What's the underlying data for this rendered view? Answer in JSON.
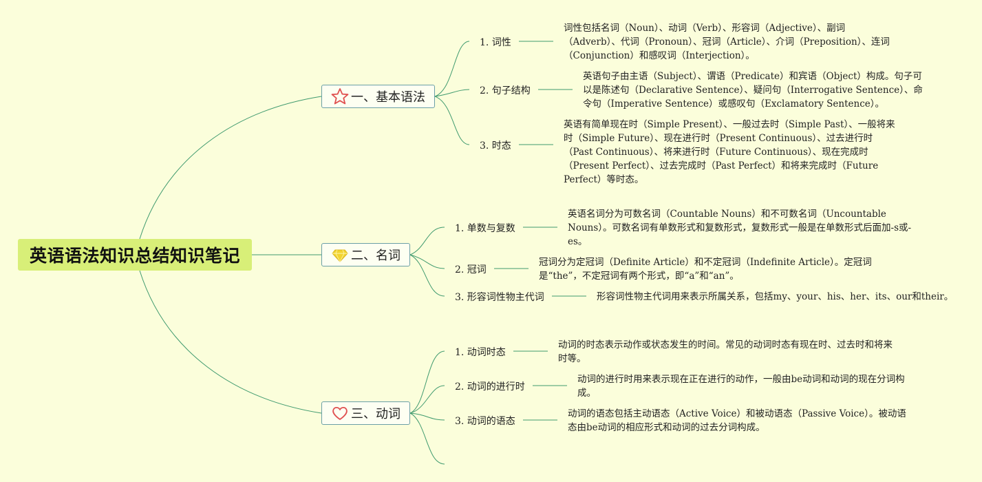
{
  "root": {
    "label": "英语语法知识总结知识笔记"
  },
  "branches": [
    {
      "label": "一、基本语法",
      "icon": "star-icon",
      "items": [
        {
          "label": "1. 词性",
          "note": "词性包括名词（Noun）、动词（Verb）、形容词（Adjective）、副词（Adverb）、代词（Pronoun）、冠词（Article）、介词（Preposition）、连词（Conjunction）和感叹词（Interjection）。"
        },
        {
          "label": "2. 句子结构",
          "note": "英语句子由主语（Subject）、谓语（Predicate）和宾语（Object）构成。句子可以是陈述句（Declarative Sentence）、疑问句（Interrogative Sentence）、命令句（Imperative Sentence）或感叹句（Exclamatory Sentence）。"
        },
        {
          "label": "3. 时态",
          "note": "英语有简单现在时（Simple Present）、一般过去时（Simple Past）、一般将来时（Simple Future）、现在进行时（Present Continuous）、过去进行时（Past Continuous）、将来进行时（Future Continuous）、现在完成时（Present Perfect）、过去完成时（Past Perfect）和将来完成时（Future Perfect）等时态。"
        }
      ]
    },
    {
      "label": "二、名词",
      "icon": "diamond-icon",
      "items": [
        {
          "label": "1. 单数与复数",
          "note": "英语名词分为可数名词（Countable Nouns）和不可数名词（Uncountable Nouns）。可数名词有单数形式和复数形式，复数形式一般是在单数形式后面加-s或-es。"
        },
        {
          "label": "2. 冠词",
          "note": "冠词分为定冠词（Definite Article）和不定冠词（Indefinite Article）。定冠词是“the”，不定冠词有两个形式，即“a”和“an”。"
        },
        {
          "label": "3. 形容词性物主代词",
          "note": "形容词性物主代词用来表示所属关系，包括my、your、his、her、its、our和their。"
        }
      ]
    },
    {
      "label": "三、动词",
      "icon": "heart-icon",
      "items": [
        {
          "label": "1. 动词时态",
          "note": "动词的时态表示动作或状态发生的时间。常见的动词时态有现在时、过去时和将来时等。"
        },
        {
          "label": "2. 动词的进行时",
          "note": "动词的进行时用来表示现在正在进行的动作，一般由be动词和动词的现在分词构成。"
        },
        {
          "label": "3. 动词的语态",
          "note": "动词的语态包括主动语态（Active Voice）和被动语态（Passive Voice）。被动语态由be动词的相应形式和动词的过去分词构成。"
        }
      ]
    }
  ],
  "colors": {
    "background": "#fbfedb",
    "root_fill": "#d8ef78",
    "connector": "#3f9a6e",
    "branch_border": "#6a9fa6",
    "star": "#e05050",
    "diamond": "#f2d430",
    "heart": "#e05050"
  }
}
